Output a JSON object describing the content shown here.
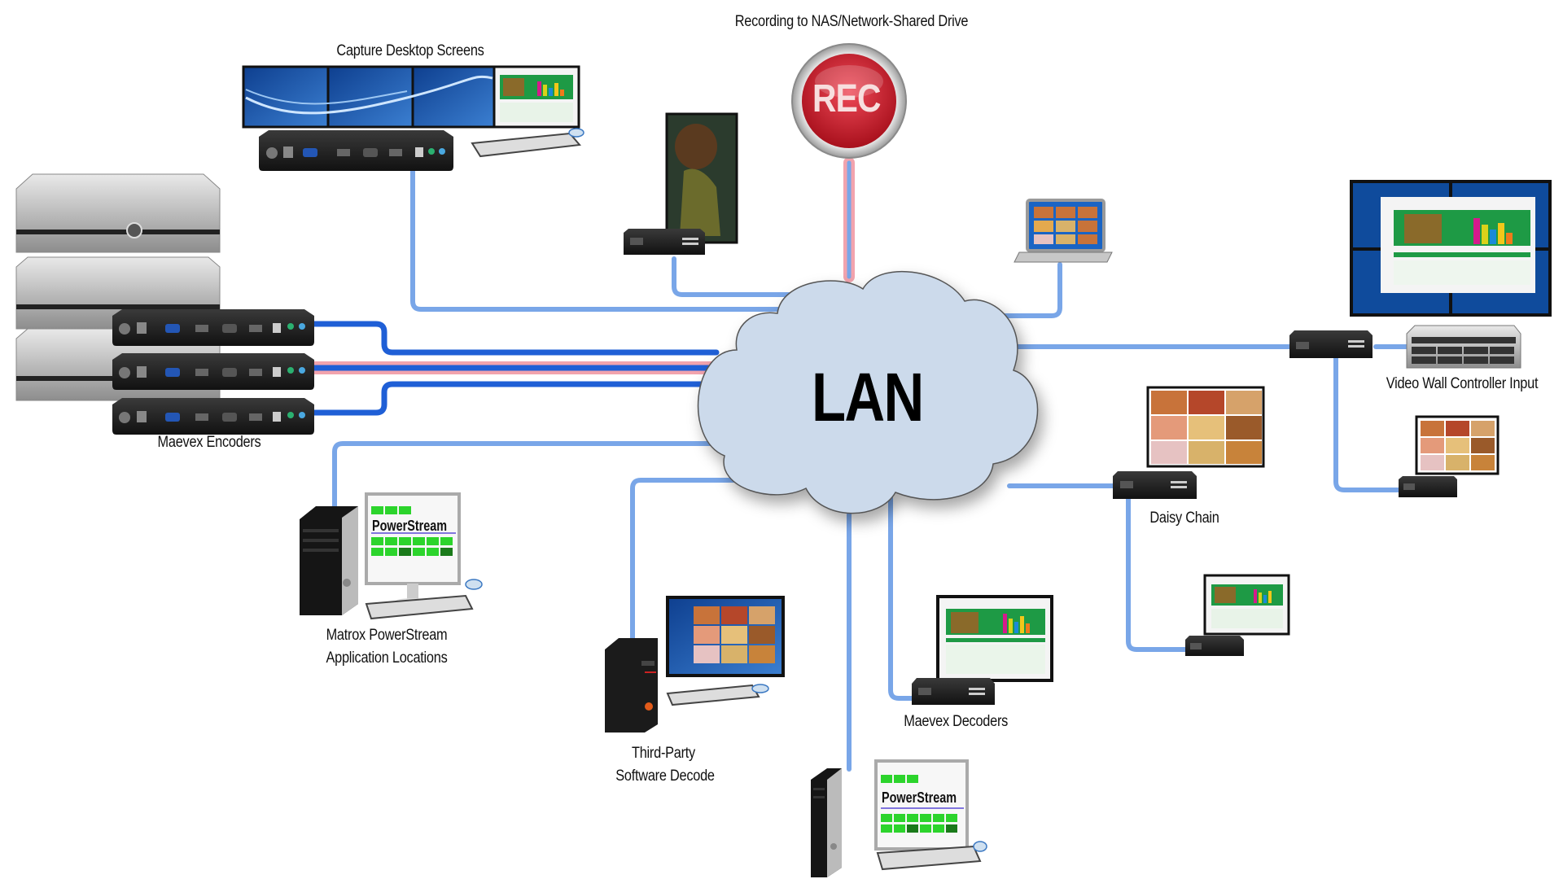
{
  "diagram": {
    "center_node": "LAN",
    "colors": {
      "link_light": "#79a6e8",
      "link_dark": "#1f5fd6",
      "link_record_glow": "#f2a3ad",
      "cloud_fill": "#ccdaeb",
      "cloud_stroke": "#555555",
      "rec_red": "#c41c2a",
      "screen_green": "#1e9a45",
      "app_green": "#2cd42c",
      "device_black": "#1c1c1c"
    },
    "icons": {
      "cloud": "cloud-icon",
      "rec": "record-button-icon",
      "encoder": "encoder-device-icon",
      "decoder": "decoder-device-icon",
      "monitor": "monitor-icon",
      "pc": "desktop-tower-icon",
      "laptop": "laptop-icon",
      "server": "rack-server-icon",
      "keyboard": "keyboard-icon"
    },
    "rec_label": "REC",
    "powerstream_screen_label": "PowerStream",
    "labels": {
      "recording": "Recording to NAS/Network-Shared Drive",
      "capture": "Capture Desktop Screens",
      "encoders": "Maevex Encoders",
      "video_wall": "Video Wall Controller Input",
      "daisy_chain": "Daisy Chain",
      "powerstream_line1": "Matrox PowerStream",
      "powerstream_line2": "Application Locations",
      "third_party_line1": "Third-Party",
      "third_party_line2": "Software Decode",
      "decoders": "Maevex Decoders"
    },
    "nodes": [
      {
        "id": "recording-nas",
        "label": "Recording to NAS/Network-Shared Drive",
        "link": "record"
      },
      {
        "id": "capture-desktop",
        "label": "Capture Desktop Screens",
        "link": "standard"
      },
      {
        "id": "portrait-signage",
        "label": "",
        "link": "standard"
      },
      {
        "id": "laptop",
        "label": "",
        "link": "standard"
      },
      {
        "id": "maevex-encoders",
        "label": "Maevex Encoders",
        "count": 3,
        "link": "encoder"
      },
      {
        "id": "video-wall",
        "label": "Video Wall Controller Input",
        "link": "standard"
      },
      {
        "id": "daisy-chain",
        "label": "Daisy Chain",
        "link": "standard"
      },
      {
        "id": "powerstream-locations",
        "label": "Matrox PowerStream Application Locations",
        "link": "standard"
      },
      {
        "id": "third-party-decode",
        "label": "Third-Party Software Decode",
        "link": "standard"
      },
      {
        "id": "maevex-decoders",
        "label": "Maevex Decoders",
        "link": "standard"
      },
      {
        "id": "powerstream-bottom",
        "label": "",
        "link": "standard"
      }
    ]
  }
}
